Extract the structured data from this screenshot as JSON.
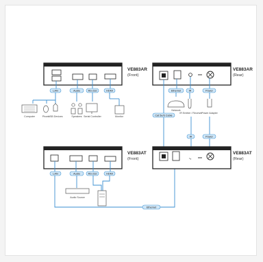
{
  "units": {
    "ar_front": {
      "model": "VE883AR",
      "side": "(Front)"
    },
    "ar_rear": {
      "model": "VE883AR",
      "side": "(Rear)"
    },
    "at_front": {
      "model": "VE883AT",
      "side": "(Front)"
    },
    "at_rear": {
      "model": "VE883AT",
      "side": "(Rear)"
    }
  },
  "port_labels": {
    "ar_front": [
      "LAN",
      "Audio",
      "RS-232",
      "HDMI"
    ],
    "ar_rear": [
      "Ethernet",
      "IR",
      "Power"
    ],
    "at_front": [
      "LAN",
      "Audio",
      "RS-232",
      "HDMI"
    ],
    "at_rear": [
      "IR",
      "Power"
    ],
    "ethernet_link": "Ethernet",
    "cat_link": "Cat 5e/6 Cable"
  },
  "devices": {
    "ar_front": [
      "Computer",
      "Phone",
      "USB Devices",
      "Speakers",
      "Serial Controller",
      "Monitor"
    ],
    "ar_rear": [
      "Network",
      "IR Emitter / Receiver",
      "Power Adapter"
    ],
    "at_front": [
      "Audio Source"
    ]
  },
  "colors": {
    "cable": "#3a8fd0",
    "pill": "#cfe6f7",
    "pill_stroke": "#4a9ad6",
    "device": "#555555"
  }
}
